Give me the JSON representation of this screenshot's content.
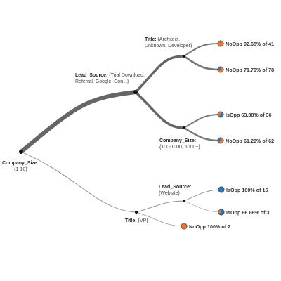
{
  "colors": {
    "edge": "#666666",
    "thin_edge": "#888888",
    "node": "#111111",
    "noopp": "#e8772e",
    "isopp": "#2e78b7",
    "pie_outline": "#333333"
  },
  "nodes": {
    "root": {
      "feature": "Company_Size:",
      "values": "{1-10}"
    },
    "lead_source_1": {
      "feature": "Lead_Source:",
      "values": "{Trial Download,",
      "values2": "Referral, Google, Con...}"
    },
    "title_1": {
      "feature": "Title:",
      "values": "{Architect,",
      "values2": "Unknown, Developer}"
    },
    "company_size_2": {
      "feature": "Company_Size:",
      "values": "{100-1000, 5000+}"
    },
    "lead_source_2": {
      "feature": "Lead_Source:",
      "values": "{Website}"
    },
    "title_2": {
      "feature": "Title:",
      "values": "{VP}"
    }
  },
  "leaves": [
    {
      "label": "NoOpp 92.68% of 41",
      "majority": "noopp",
      "fraction": 0.9268
    },
    {
      "label": "NoOpp 71.79% of 78",
      "majority": "noopp",
      "fraction": 0.7179
    },
    {
      "label": "IsOpp 63.88% of 36",
      "majority": "isopp",
      "fraction": 0.6388
    },
    {
      "label": "NoOpp 61.29% of 62",
      "majority": "noopp",
      "fraction": 0.6129
    },
    {
      "label": "IsOpp 100% of 16",
      "majority": "isopp",
      "fraction": 1.0
    },
    {
      "label": "IsOpp 66.66% of 3",
      "majority": "isopp",
      "fraction": 0.6666
    },
    {
      "label": "NoOpp 100% of 2",
      "majority": "noopp",
      "fraction": 1.0
    }
  ]
}
